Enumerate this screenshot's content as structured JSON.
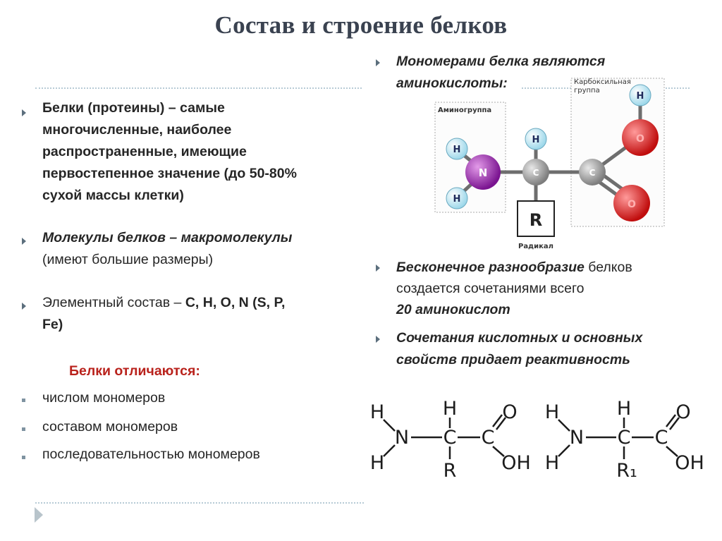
{
  "slide": {
    "title": "Состав и строение белков"
  },
  "left": {
    "p1": {
      "line1": "Белки (протеины) – самые",
      "line2": "многочисленные, наиболее",
      "line3": "распространенные, имеющие",
      "line4": "первостепенное значение (до 50-80%",
      "line5": "сухой массы клетки)"
    },
    "p2": {
      "line1": "Молекулы белков – макромолекулы",
      "line2": "(имеют большие размеры)"
    },
    "p3": {
      "prefix": "Элементный состав – ",
      "elements_line1": "C, H, O, N (S, P,",
      "elements_line2": "Fe)"
    },
    "differ_heading": "Белки отличаются:",
    "differ_items": [
      "числом мономеров",
      "составом мономеров",
      "последовательностью мономеров"
    ]
  },
  "right": {
    "p1": {
      "line1": "Мономерами белка являются",
      "line2": "аминокислоты:"
    },
    "p2": {
      "em": "Бесконечное разнообразие",
      "rest": " белков",
      "line2": "создается сочетаниями всего",
      "line3": "20 аминокислот"
    },
    "p3": {
      "line1": "Сочетания кислотных и основных",
      "line2": "свойств придает реактивность"
    }
  },
  "molecule": {
    "amino_group_label": "Аминогруппа",
    "carboxyl_label_line1": "Карбоксильная",
    "carboxyl_label_line2": "группа",
    "radical_label": "Радикал",
    "atoms": {
      "h": "H",
      "n": "N",
      "c": "C",
      "o": "O",
      "r": "R"
    },
    "colors": {
      "hydrogen": "#9ed8ea",
      "nitrogen": "#8a1b9a",
      "carbon": "#9a9a9a",
      "oxygen": "#d21a1a"
    }
  },
  "formulas": {
    "h": "H",
    "n": "N",
    "c": "C",
    "o": "O",
    "oh": "OH",
    "r": "R",
    "r1": "R₁"
  }
}
